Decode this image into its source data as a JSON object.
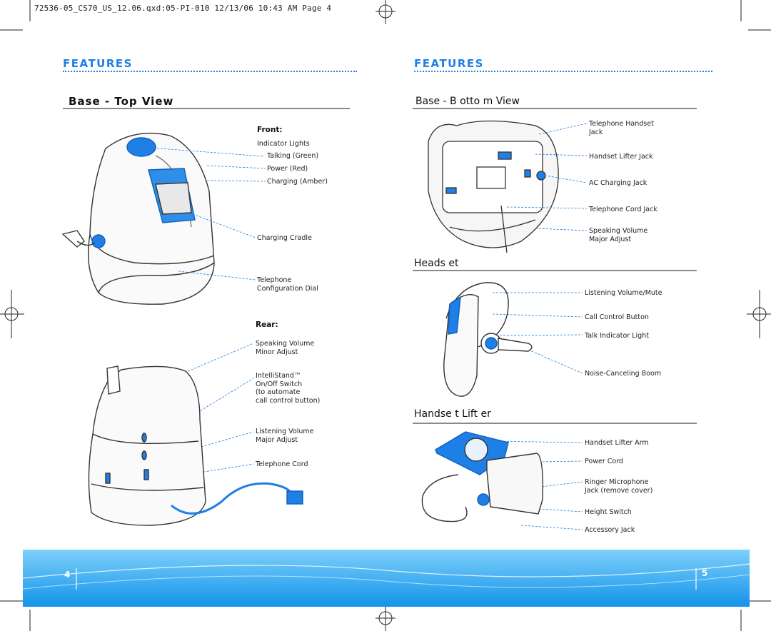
{
  "slug": "72536-05_CS70_US_12.06.qxd:05-PI-010  12/13/06  10:43 AM  Page 4",
  "left": {
    "heading": "FEATURES",
    "section_title": "Base - Top View",
    "front_label": "Front:",
    "front_items": [
      "Indicator Lights",
      "Talking (Green)",
      "Power (Red)",
      "Charging (Amber)",
      "Charging Cradle",
      "Telephone\nConfiguration Dial"
    ],
    "rear_label": "Rear:",
    "rear_items": [
      "Speaking Volume\nMinor Adjust",
      "IntelliStand™\nOn/Off Switch\n(to automate\n call control button)",
      "Listening Volume\nMajor Adjust",
      "Telephone Cord"
    ],
    "page_number": "4"
  },
  "right": {
    "heading": "FEATURES",
    "bottom_title": "Base - B       otto      m   View",
    "bottom_items": [
      "Telephone Handset\nJack",
      "Handset Lifter Jack",
      "AC Charging Jack",
      "Telephone Cord Jack",
      "Speaking Volume\nMajor Adjust"
    ],
    "headset_title": "Heads       et",
    "headset_items": [
      "Listening Volume/Mute",
      "Call Control Button",
      "Talk Indicator Light",
      "Noise-Canceling Boom"
    ],
    "lifter_title": "Handse          t  Lift       er",
    "lifter_items": [
      "Handset Lifter Arm",
      "Power Cord",
      "Ringer Microphone\nJack (remove cover)",
      "Height Switch",
      "Accessory Jack"
    ],
    "page_number": "5"
  },
  "colors": {
    "accent": "#1e7fe6",
    "band": "#1ea0ee"
  },
  "icons": [
    "registration-mark-icon",
    "crop-mark-icon"
  ]
}
